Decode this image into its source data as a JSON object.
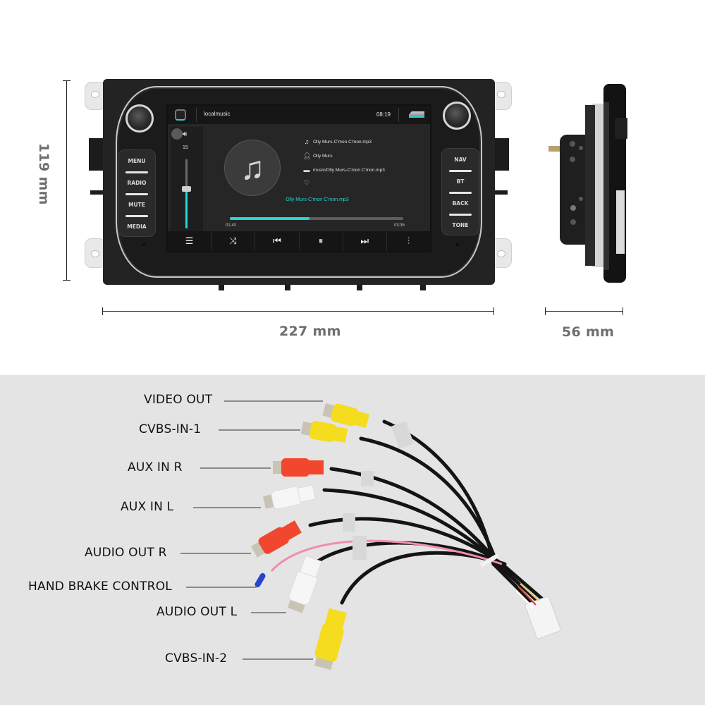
{
  "dimensions": {
    "height_label": "119 mm",
    "width_label": "227 mm",
    "depth_label": "56 mm"
  },
  "head_unit": {
    "left_buttons": [
      "MENU",
      "RADIO",
      "MUTE",
      "MEDIA"
    ],
    "right_buttons": [
      "NAV",
      "BT",
      "BACK",
      "TONE"
    ],
    "screen": {
      "app_title": "localmusic",
      "clock": "08:19",
      "volume_icon": "speaker-icon",
      "volume_value": "15",
      "album_icon": "music-note-icon",
      "track_file": "Olly Murs-C'mon C'mon.mp3",
      "artist": "Olly Murs",
      "path": "music/Olly Murs-C'mon C'mon.mp3",
      "favorite_icon": "heart-icon",
      "now_playing": "Olly Murs-C'mon C'mon.mp3",
      "elapsed": "01:40",
      "duration": "03:35",
      "progress_percent": 46,
      "accent_color": "#2ad4d4",
      "controls": [
        {
          "name": "playlist",
          "icon": "☰"
        },
        {
          "name": "shuffle",
          "icon": "⤨"
        },
        {
          "name": "previous",
          "icon": "⏮"
        },
        {
          "name": "pause",
          "icon": "⏸"
        },
        {
          "name": "next",
          "icon": "⏭"
        },
        {
          "name": "equalizer",
          "icon": "⫶"
        }
      ]
    }
  },
  "cable_labels": [
    {
      "label": "VIDEO OUT",
      "connector_color": "#f5dc1e"
    },
    {
      "label": "CVBS-IN-1",
      "connector_color": "#f5dc1e"
    },
    {
      "label": "AUX IN R",
      "connector_color": "#f0472e"
    },
    {
      "label": "AUX IN L",
      "connector_color": "#f4f4f4"
    },
    {
      "label": "AUDIO OUT R",
      "connector_color": "#f0472e"
    },
    {
      "label": "HAND BRAKE CONTROL",
      "connector_color": "#2a45c8"
    },
    {
      "label": "AUDIO OUT L",
      "connector_color": "#f4f4f4"
    },
    {
      "label": "CVBS-IN-2",
      "connector_color": "#f5dc1e"
    }
  ]
}
